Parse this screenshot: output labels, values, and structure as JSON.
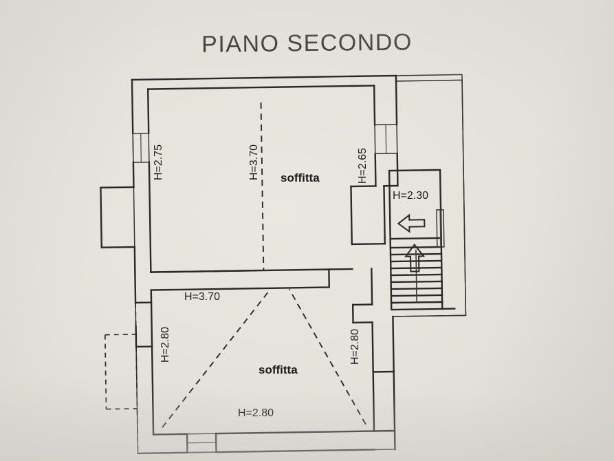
{
  "page": {
    "title": "PIANO SECONDO",
    "background_color": "#d9d8d2",
    "paper_color": "#e7e5de",
    "ink_color": "#1d1c1a"
  },
  "rooms": [
    {
      "id": "soffitta-upper",
      "label": "soffitta"
    },
    {
      "id": "soffitta-lower",
      "label": "soffitta"
    }
  ],
  "dimensions": {
    "upper_left": "H=2.75",
    "upper_ridge": "H=3.70",
    "upper_right": "H=2.65",
    "stair_area": "H=2.30",
    "lower_top": "H=3.70",
    "lower_left": "H=2.80",
    "lower_right": "H=2.80",
    "lower_bottom": "H=2.80"
  },
  "annotations": {
    "stair_direction_icon": "up-arrow-icon",
    "landing_direction_icon": "left-arrow-icon",
    "stair_step_count": 8,
    "ridge_line_style": "dashed",
    "hip_line_style": "dashed"
  },
  "features": [
    {
      "name": "window-opening-upper-left",
      "type": "window"
    },
    {
      "name": "window-opening-upper-right",
      "type": "window"
    },
    {
      "name": "window-opening-stair-right",
      "type": "window"
    },
    {
      "name": "door-opening-bottom",
      "type": "door"
    },
    {
      "name": "terrace-outline-left",
      "type": "dashed-outline"
    },
    {
      "name": "staircase",
      "type": "stairs"
    }
  ]
}
